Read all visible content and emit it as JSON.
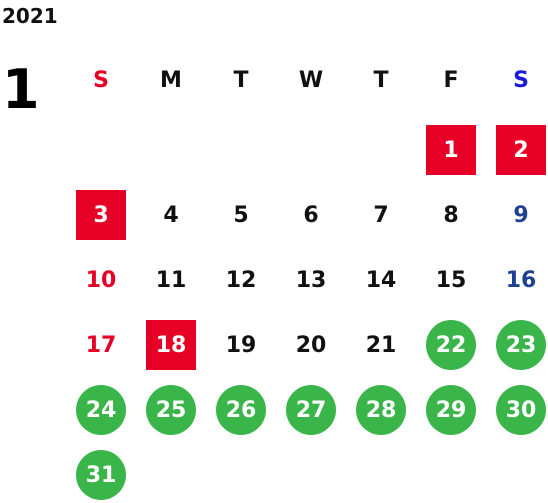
{
  "calendar": {
    "year": "2021",
    "month": "1",
    "weekdays": [
      {
        "label": "S",
        "color": "#e60026"
      },
      {
        "label": "M",
        "color": "#111111"
      },
      {
        "label": "T",
        "color": "#111111"
      },
      {
        "label": "W",
        "color": "#111111"
      },
      {
        "label": "T",
        "color": "#111111"
      },
      {
        "label": "F",
        "color": "#111111"
      },
      {
        "label": "S",
        "color": "#1a1adb"
      }
    ],
    "first_weekday_index": 5,
    "days": [
      {
        "day": "1",
        "style": "holiday-square"
      },
      {
        "day": "2",
        "style": "holiday-square"
      },
      {
        "day": "3",
        "style": "holiday-square"
      },
      {
        "day": "4",
        "style": "plain"
      },
      {
        "day": "5",
        "style": "plain"
      },
      {
        "day": "6",
        "style": "plain"
      },
      {
        "day": "7",
        "style": "plain"
      },
      {
        "day": "8",
        "style": "plain"
      },
      {
        "day": "9",
        "style": "saturday"
      },
      {
        "day": "10",
        "style": "sunday"
      },
      {
        "day": "11",
        "style": "plain"
      },
      {
        "day": "12",
        "style": "plain"
      },
      {
        "day": "13",
        "style": "plain"
      },
      {
        "day": "14",
        "style": "plain"
      },
      {
        "day": "15",
        "style": "plain"
      },
      {
        "day": "16",
        "style": "saturday"
      },
      {
        "day": "17",
        "style": "sunday"
      },
      {
        "day": "18",
        "style": "holiday-square"
      },
      {
        "day": "19",
        "style": "plain"
      },
      {
        "day": "20",
        "style": "plain"
      },
      {
        "day": "21",
        "style": "plain"
      },
      {
        "day": "22",
        "style": "green-circle"
      },
      {
        "day": "23",
        "style": "green-circle"
      },
      {
        "day": "24",
        "style": "green-circle"
      },
      {
        "day": "25",
        "style": "green-circle"
      },
      {
        "day": "26",
        "style": "green-circle"
      },
      {
        "day": "27",
        "style": "green-circle"
      },
      {
        "day": "28",
        "style": "green-circle"
      },
      {
        "day": "29",
        "style": "green-circle"
      },
      {
        "day": "30",
        "style": "green-circle"
      },
      {
        "day": "31",
        "style": "green-circle"
      }
    ],
    "colors": {
      "holiday_square": "#e60026",
      "green_circle": "#3ab54a",
      "sunday_text": "#e60026",
      "saturday_text": "#1e4193"
    }
  }
}
